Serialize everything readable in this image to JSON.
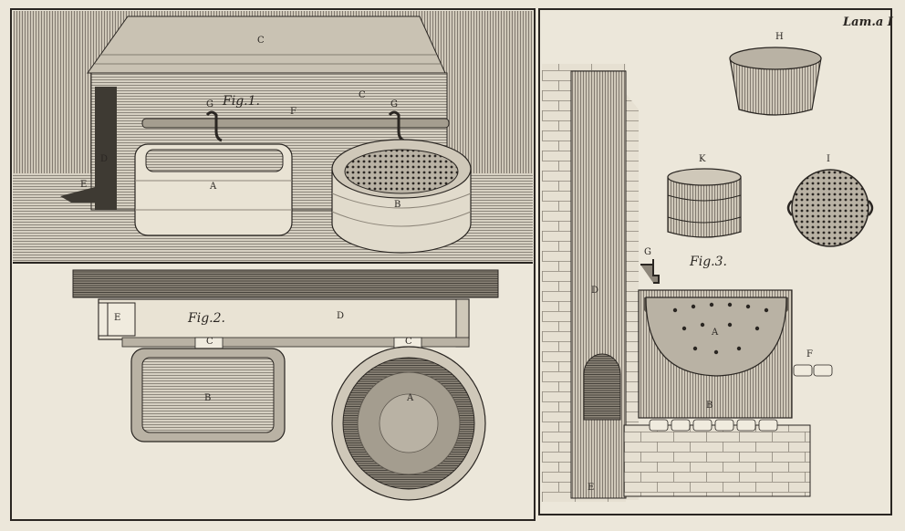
{
  "plate": {
    "plate_number": "Lam.a I",
    "fig1_caption": "Fig.1.",
    "fig2_caption": "Fig.2.",
    "fig3_caption": "Fig.3."
  },
  "fig1": {
    "labels": {
      "roof": "C",
      "wall": "C",
      "pipe": "F",
      "tap_left": "G",
      "tap_right": "G",
      "door": "D",
      "step": "E",
      "tub_a": "A",
      "tub_b": "B"
    }
  },
  "fig2": {
    "labels": {
      "end": "E",
      "channel": "D",
      "outlet_left": "C",
      "outlet_right": "C",
      "tub_b": "B",
      "tub_a": "A"
    }
  },
  "fig3": {
    "labels": {
      "chimney": "D",
      "base": "E",
      "tap": "G",
      "kettle_h": "H",
      "pail_k": "K",
      "strainer_i": "I",
      "cauldron": "A",
      "firebox": "B",
      "ledge": "F"
    }
  },
  "colors": {
    "paper": "#ece7da",
    "ink": "#2a2622",
    "shade": "#8d867a",
    "dark": "#5e584f"
  }
}
